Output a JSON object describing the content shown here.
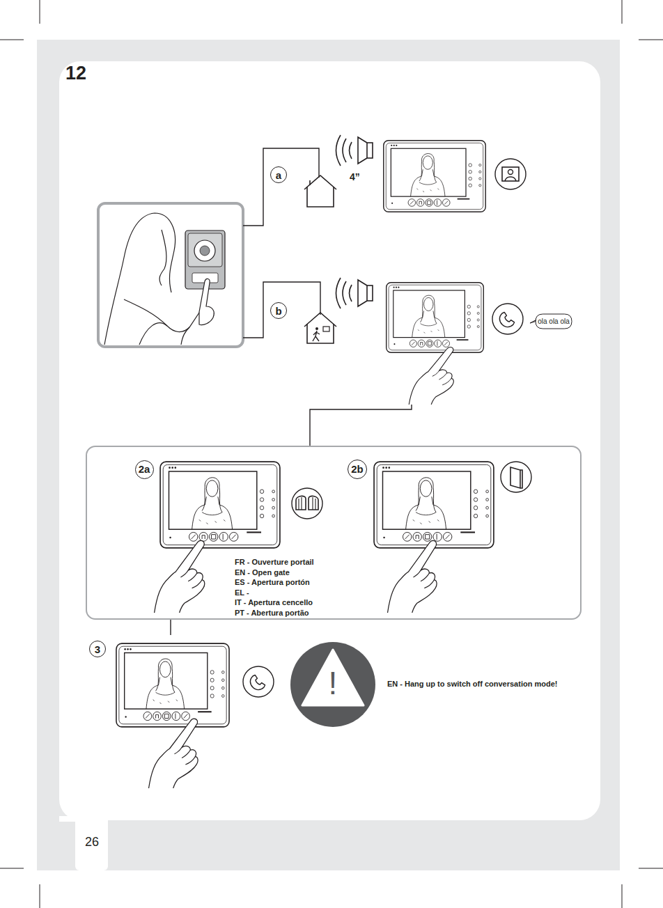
{
  "diagram": {
    "nodes": [
      {
        "text": [
          "a"
        ]
      },
      {
        "text": [
          "b"
        ]
      },
      {
        "text": [
          "ola ola ola"
        ]
      },
      {
        "text": [
          "FR - Ouverture portail",
          "EN - Open gate",
          "ES - Apertura portón",
          "EL -",
          "IT - Apertura cencello",
          "PT - Abertura portão"
        ]
      },
      {
        "text": [
          "2a"
        ],
        "in": 3
      },
      {
        "text": [
          "2b"
        ],
        "in": 3
      },
      {
        "text": [
          "3"
        ]
      }
    ],
    "labels": [
      "12",
      "4”",
      "!",
      "EN - Hang up to switch off conversation mode!",
      "26"
    ]
  }
}
